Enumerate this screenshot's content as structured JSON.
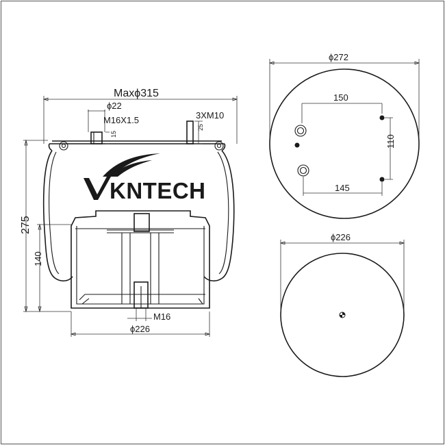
{
  "logo": {
    "text": "KNTECH",
    "mark_letter": "V"
  },
  "side_view": {
    "max_diameter_label": "Maxϕ315",
    "stud_diameter_label": "ϕ22",
    "stud_thread_label": "M16X1.5",
    "stud_height_label": "15",
    "bolts_label": "3XM10",
    "bolt_height_label": "25",
    "height_label": "275",
    "piston_height_label": "140",
    "bottom_thread_label": "M16",
    "piston_diameter_label": "ϕ226"
  },
  "top_view": {
    "plate_diameter_label": "ϕ272",
    "top_spacing_label": "150",
    "vertical_spacing_label": "110",
    "bottom_spacing_label": "145"
  },
  "bottom_view": {
    "piston_diameter_label": "ϕ226"
  }
}
